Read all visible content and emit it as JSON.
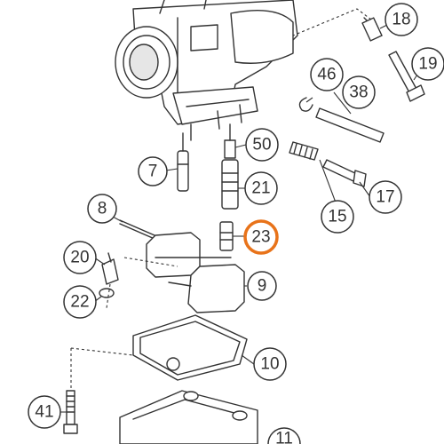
{
  "diagram": {
    "highlight_color": "#e8731a",
    "callouts": [
      {
        "id": "c18",
        "label": "18",
        "highlighted": false
      },
      {
        "id": "c19",
        "label": "19",
        "highlighted": false
      },
      {
        "id": "c46",
        "label": "46",
        "highlighted": false
      },
      {
        "id": "c38",
        "label": "38",
        "highlighted": false
      },
      {
        "id": "c50",
        "label": "50",
        "highlighted": false
      },
      {
        "id": "c7",
        "label": "7",
        "highlighted": false
      },
      {
        "id": "c21",
        "label": "21",
        "highlighted": false
      },
      {
        "id": "c17",
        "label": "17",
        "highlighted": false
      },
      {
        "id": "c15",
        "label": "15",
        "highlighted": false
      },
      {
        "id": "c8",
        "label": "8",
        "highlighted": false
      },
      {
        "id": "c23",
        "label": "23",
        "highlighted": true
      },
      {
        "id": "c20",
        "label": "20",
        "highlighted": false
      },
      {
        "id": "c9",
        "label": "9",
        "highlighted": false
      },
      {
        "id": "c22",
        "label": "22",
        "highlighted": false
      },
      {
        "id": "c10",
        "label": "10",
        "highlighted": false
      },
      {
        "id": "c41",
        "label": "41",
        "highlighted": false
      },
      {
        "id": "c11",
        "label": "11",
        "highlighted": false
      }
    ]
  }
}
